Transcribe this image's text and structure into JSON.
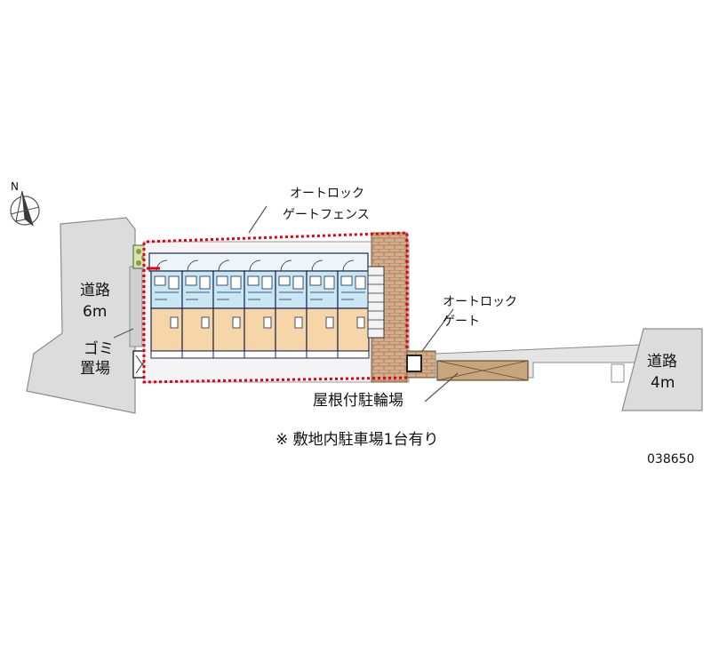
{
  "labels": {
    "road_west_line1": "道路",
    "road_west_line2": "6m",
    "garbage_line1": "ゴミ",
    "garbage_line2": "置場",
    "fence_line1": "オートロック",
    "fence_line2": "ゲートフェンス",
    "gate_line1": "オートロック",
    "gate_line2": "ゲート",
    "road_east_line1": "道路",
    "road_east_line2": "4m",
    "bike_parking": "屋根付駐輪場",
    "note": "※ 敷地内駐車場1台有り",
    "code": "038650",
    "north": "N"
  },
  "colors": {
    "road": "#dcdcdc",
    "road_stroke": "#8c8c8c",
    "fence": "#e60012",
    "upper_rooms": "#c9e6f4",
    "lower_rooms": "#f6d6a8",
    "brick": "#c9a27e",
    "bike_roof": "#c7a57d",
    "building_stroke": "#1a2a4a",
    "line": "#555555"
  },
  "units": {
    "count": 7
  }
}
